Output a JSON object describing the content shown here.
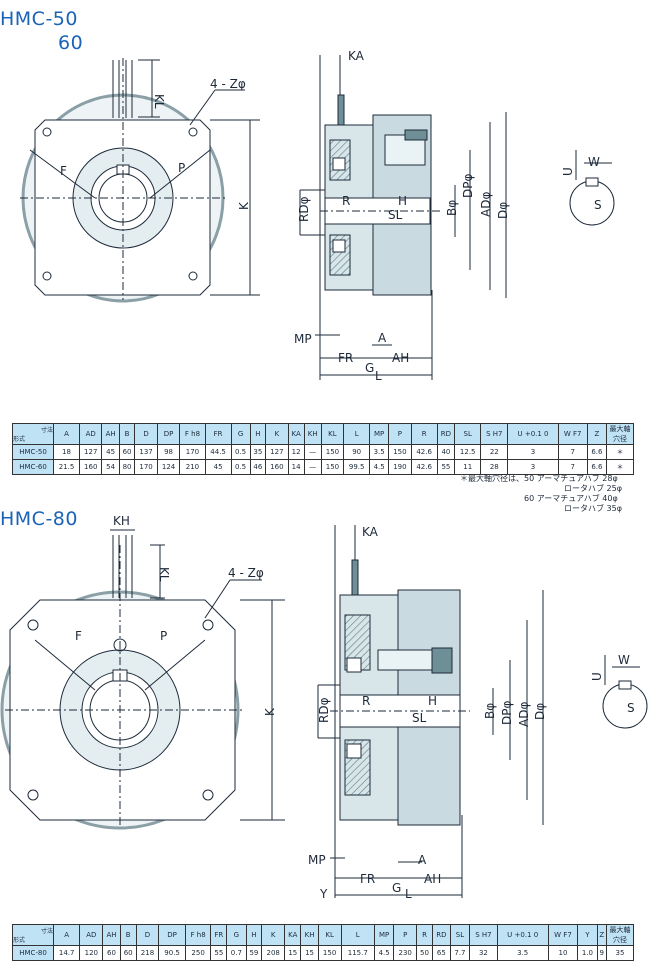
{
  "sections": [
    {
      "title_line1": "HMC-50",
      "title_line2": "60",
      "front_labels": {
        "kl": "KL",
        "z": "4 - Zφ",
        "f": "F",
        "p": "P",
        "k": "K"
      },
      "side_labels": {
        "ka": "KA",
        "rd": "RDφ",
        "r": "R",
        "h": "H",
        "sl": "SL",
        "b": "Bφ",
        "dp": "DPφ",
        "ad": "ADφ",
        "d": "Dφ",
        "mp": "MP",
        "a": "A",
        "fr": "FR",
        "ah": "AH",
        "g": "G",
        "l": "L"
      },
      "key_labels": {
        "u": "U",
        "w": "W",
        "s": "S"
      }
    },
    {
      "title_line1": "HMC-80",
      "front_labels": {
        "kh": "KH",
        "kl": "KL",
        "z": "4 - Zφ",
        "f": "F",
        "p": "P",
        "k": "K"
      },
      "side_labels": {
        "ka": "KA",
        "rd": "RDφ",
        "r": "R",
        "h": "H",
        "sl": "SL",
        "b": "Bφ",
        "dp": "DPφ",
        "ad": "ADφ",
        "d": "Dφ",
        "mp": "MP",
        "a": "A",
        "fr": "FR",
        "ah": "AH",
        "g": "G",
        "l": "L",
        "y": "Y"
      },
      "key_labels": {
        "u": "U",
        "w": "W",
        "s": "S"
      }
    }
  ],
  "table1": {
    "corner_top": "寸法",
    "corner_bottom": "形式",
    "headers": [
      "A",
      "AD",
      "AH",
      "B",
      "D",
      "DP",
      "F h8",
      "FR",
      "G",
      "H",
      "K",
      "KA",
      "KH",
      "KL",
      "L",
      "MP",
      "P",
      "R",
      "RD",
      "SL",
      "S H7",
      "U +0.1 0",
      "W F7",
      "Z",
      "最大軸穴径"
    ],
    "rows": [
      [
        "HMC-50",
        "18",
        "127",
        "45",
        "60",
        "137",
        "98",
        "170",
        "44.5",
        "0.5",
        "35",
        "127",
        "12",
        "—",
        "150",
        "90",
        "3.5",
        "150",
        "42.6",
        "40",
        "12.5",
        "22",
        "3",
        "7",
        "6.6",
        "＊"
      ],
      [
        "HMC-60",
        "21.5",
        "160",
        "54",
        "80",
        "170",
        "124",
        "210",
        "45",
        "0.5",
        "46",
        "160",
        "14",
        "—",
        "150",
        "99.5",
        "4.5",
        "190",
        "42.6",
        "55",
        "11",
        "28",
        "3",
        "7",
        "6.6",
        "＊"
      ]
    ]
  },
  "notes": [
    "＊最大軸穴径は、50 アーマチュアハブ 28φ",
    "ロータハブ 25φ",
    "60 アーマチュアハブ 40φ",
    "ロータハブ 35φ"
  ],
  "table2": {
    "corner_top": "寸法",
    "corner_bottom": "形式",
    "headers": [
      "A",
      "AD",
      "AH",
      "B",
      "D",
      "DP",
      "F h8",
      "FR",
      "G",
      "H",
      "K",
      "KA",
      "KH",
      "KL",
      "L",
      "MP",
      "P",
      "R",
      "RD",
      "SL",
      "S H7",
      "U +0.1 0",
      "W F7",
      "Y",
      "Z",
      "最大軸穴径"
    ],
    "rows": [
      [
        "HMC-80",
        "14.7",
        "120",
        "60",
        "60",
        "218",
        "90.5",
        "250",
        "55",
        "0.7",
        "59",
        "208",
        "15",
        "15",
        "150",
        "115.7",
        "4.5",
        "230",
        "50",
        "65",
        "7.7",
        "32",
        "3.5",
        "10",
        "1.0",
        "9",
        "35"
      ]
    ]
  },
  "colors": {
    "title": "#1a63b8",
    "header": "#bfe3f5",
    "body_fill": "#d8e6ea",
    "dark_fill": "#6f8f96",
    "line": "#1d2a3a"
  }
}
